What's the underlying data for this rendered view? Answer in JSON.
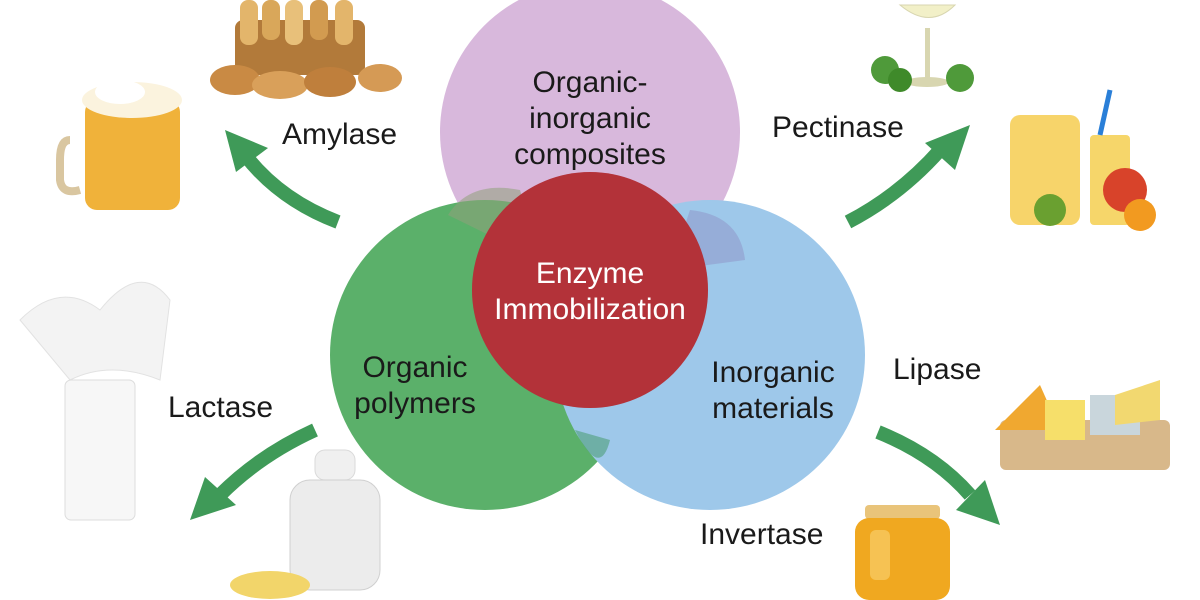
{
  "venn": {
    "top": {
      "lines": [
        "Organic-",
        "inorganic",
        "composites"
      ],
      "color": "#d8b8dc"
    },
    "left": {
      "lines": [
        "Organic",
        "polymers"
      ],
      "color": "#5bb06a"
    },
    "right": {
      "lines": [
        "Inorganic",
        "materials"
      ],
      "color": "#9ec8ea"
    },
    "center": {
      "lines": [
        "Enzyme",
        "Immobilization"
      ],
      "color": "#b8323a"
    }
  },
  "enzymes": {
    "amylase": "Amylase",
    "pectinase": "Pectinase",
    "lactase": "Lactase",
    "lipase": "Lipase",
    "invertase": "Invertase"
  },
  "arrow_color": "#3f9a58"
}
